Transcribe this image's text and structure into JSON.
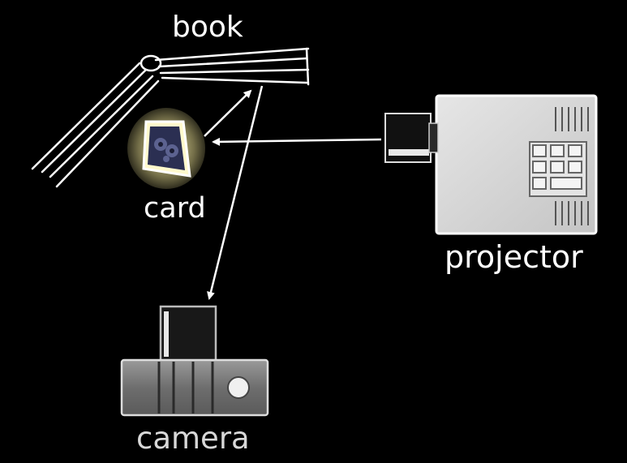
{
  "labels": {
    "book": "book",
    "card": "card",
    "projector": "projector",
    "camera": "camera"
  },
  "colors": {
    "background": "#000000",
    "line": "#ffffff",
    "device_body": "#d4d4d4",
    "camera_body": "#7a7a7a"
  }
}
